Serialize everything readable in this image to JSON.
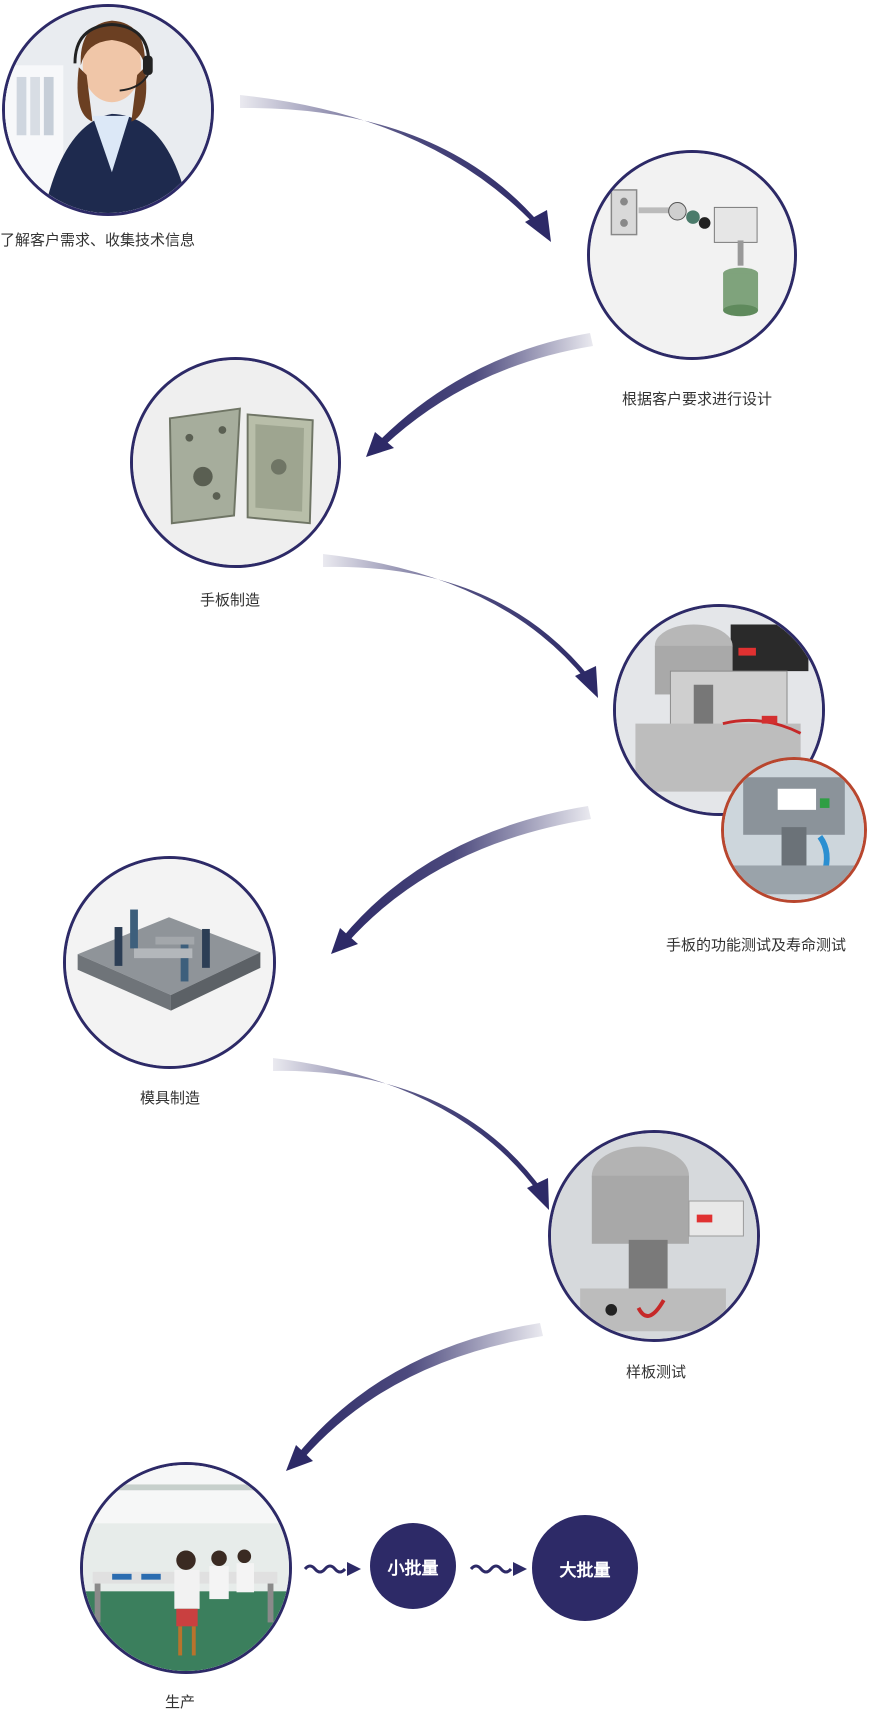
{
  "steps": [
    {
      "label": "了解客户需求、收集技术信息",
      "image": "customer-service-agent-with-headset"
    },
    {
      "label": "根据客户要求进行设计",
      "image": "exploded-motor-assembly-cad"
    },
    {
      "label": "手板制造",
      "image": "machined-aluminum-prototype-parts"
    },
    {
      "label": "手板的功能测试及寿命测试",
      "image": "motor-test-rig-with-cnc-inset"
    },
    {
      "label": "模具制造",
      "image": "stamping-die-mold"
    },
    {
      "label": "样板测试",
      "image": "sample-motor-test-bench"
    },
    {
      "label": "生产",
      "image": "factory-production-line"
    }
  ],
  "stages": {
    "small_batch": "小批量",
    "large_batch": "大批量"
  },
  "colors": {
    "accent": "#2d2a67",
    "inset_border": "#b8462e",
    "text": "#333333"
  }
}
